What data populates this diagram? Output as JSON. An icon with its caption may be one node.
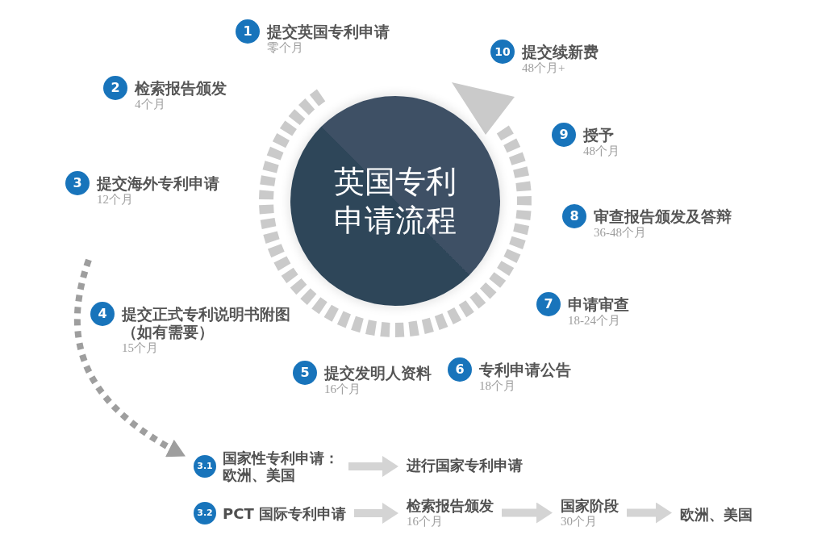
{
  "diagram": {
    "nodes": [
      {
        "text": [
          "英国专利申请流程"
        ]
      },
      {
        "text": [
          "1",
          "提交英国专利申请"
        ],
        "beside": [
          "零个月"
        ]
      },
      {
        "text": [
          "2",
          "检索报告颁发"
        ],
        "beside": [
          "4个月"
        ]
      },
      {
        "text": [
          "3",
          "提交海外专利申请"
        ],
        "beside": [
          "12个月"
        ]
      },
      {
        "text": [
          "4",
          "提交正式专利说明书附图（如有需要）"
        ],
        "beside": [
          "15个月"
        ]
      },
      {
        "text": [
          "5",
          "提交发明人资料"
        ],
        "beside": [
          "16个月"
        ]
      },
      {
        "text": [
          "6",
          "专利申请公告"
        ],
        "beside": [
          "18个月"
        ]
      },
      {
        "text": [
          "7",
          "申请审查"
        ],
        "beside": [
          "18-24个月"
        ]
      },
      {
        "text": [
          "8",
          "审查报告颁发及答辩"
        ],
        "beside": [
          "36-48个月"
        ]
      },
      {
        "text": [
          "9",
          "授予"
        ],
        "beside": [
          "48个月"
        ]
      },
      {
        "text": [
          "10",
          "提交续新费"
        ],
        "beside": [
          "48个月+"
        ]
      },
      {
        "text": [
          "3.1",
          "国家性专利申请：欧洲、美国"
        ]
      },
      {
        "text": [
          "进行国家专利申请"
        ]
      },
      {
        "text": [
          "3.2",
          "PCT 国际专利申请"
        ]
      },
      {
        "text": [
          "检索报告颁发"
        ],
        "beside": [
          "16个月"
        ]
      },
      {
        "text": [
          "国家阶段"
        ],
        "beside": [
          "30个月"
        ]
      },
      {
        "text": [
          "欧洲、美国"
        ]
      }
    ],
    "edges": [
      {
        "from": null,
        "to": 11,
        "arrow": "to",
        "style": "dashed",
        "color": "#9e9e9e"
      },
      {
        "from": 11,
        "to": 12,
        "arrow": "to"
      },
      {
        "from": 13,
        "to": 14,
        "arrow": "to"
      },
      {
        "from": 14,
        "to": 15,
        "arrow": "to"
      },
      {
        "from": 15,
        "to": 16,
        "arrow": "to"
      }
    ]
  }
}
